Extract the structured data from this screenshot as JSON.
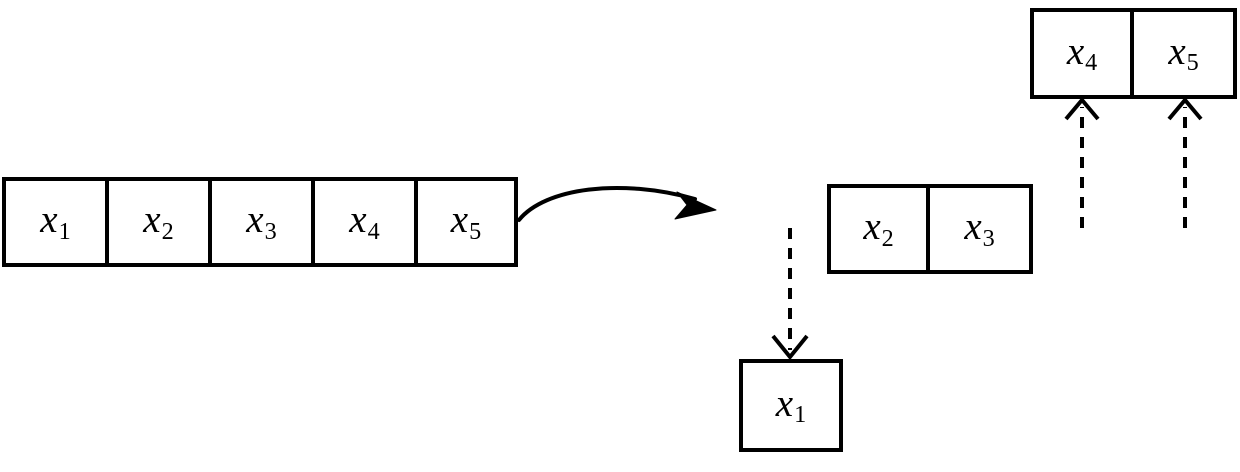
{
  "diagram": {
    "title": "array split into single elements",
    "stroke_color": "#000000",
    "background_color": "#ffffff",
    "source_array": {
      "name": "source-array",
      "cells": [
        {
          "base": "x",
          "sub": "1"
        },
        {
          "base": "x",
          "sub": "2"
        },
        {
          "base": "x",
          "sub": "3"
        },
        {
          "base": "x",
          "sub": "4"
        },
        {
          "base": "x",
          "sub": "5"
        }
      ]
    },
    "middle_array": {
      "name": "middle-array",
      "cells": [
        {
          "base": "x",
          "sub": "2"
        },
        {
          "base": "x",
          "sub": "3"
        }
      ]
    },
    "top_right_array": {
      "name": "top-right-array",
      "cells": [
        {
          "base": "x",
          "sub": "4"
        },
        {
          "base": "x",
          "sub": "5"
        }
      ]
    },
    "bottom_single": {
      "name": "bottom-single-cell",
      "cells": [
        {
          "base": "x",
          "sub": "1"
        }
      ]
    },
    "connectors": {
      "curved_arrow_label": "",
      "dashed_down_arrow_label": "",
      "dashed_up_arrow_left_label": "",
      "dashed_up_arrow_right_label": ""
    }
  }
}
